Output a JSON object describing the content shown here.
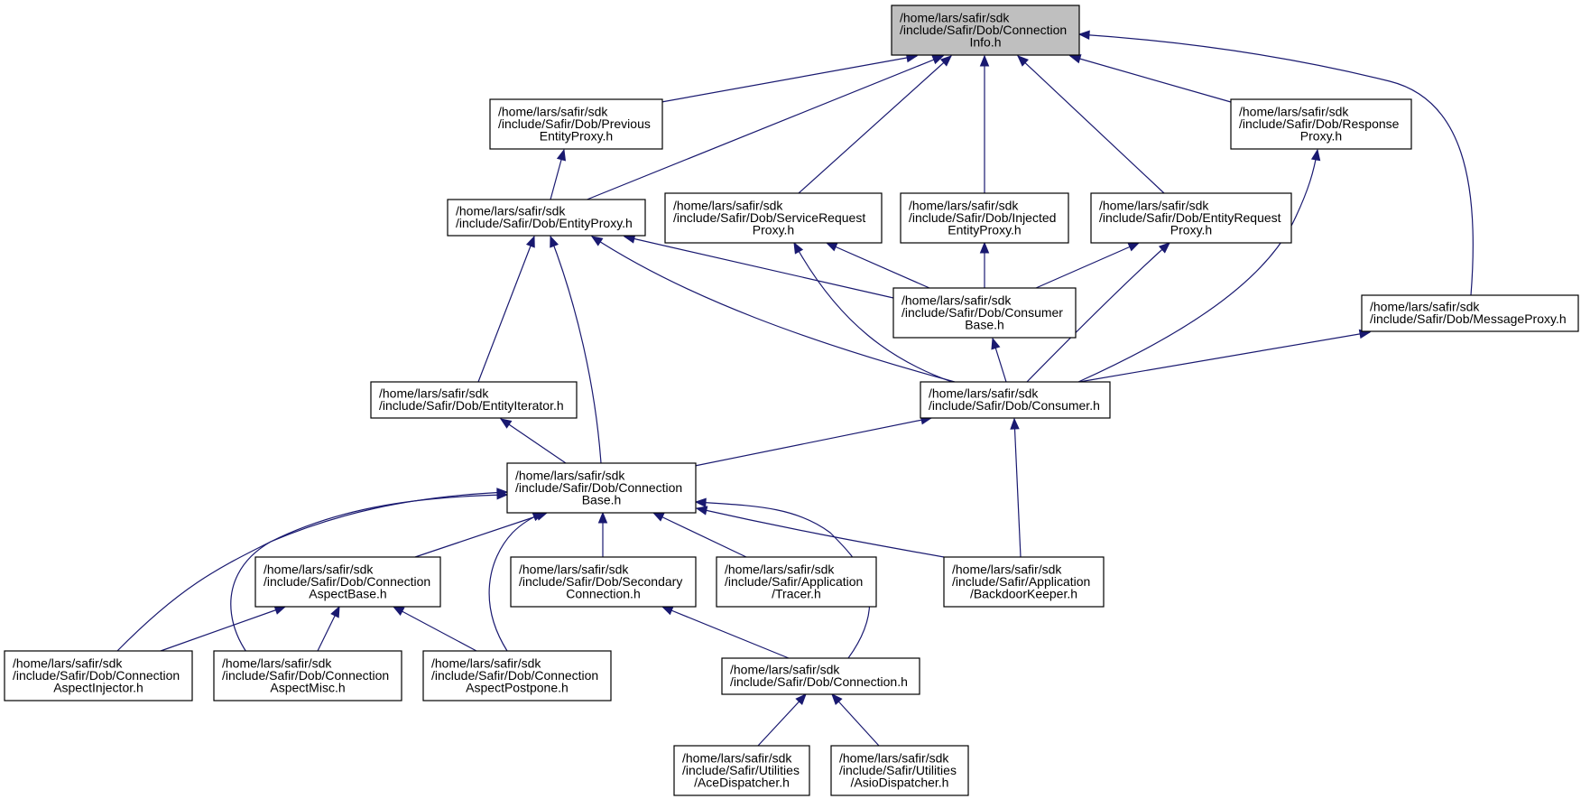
{
  "graph": {
    "colors": {
      "edge": "#191970",
      "node_fill": "#ffffff",
      "root_fill": "#bfbfbf",
      "border": "#000000"
    },
    "nodes": [
      {
        "id": "root",
        "lines": [
          "/home/lars/safir/sdk",
          "/include/Safir/Dob/Connection",
          "Info.h"
        ],
        "root": true
      },
      {
        "id": "prev",
        "lines": [
          "/home/lars/safir/sdk",
          "/include/Safir/Dob/Previous",
          "EntityProxy.h"
        ]
      },
      {
        "id": "resp",
        "lines": [
          "/home/lars/safir/sdk",
          "/include/Safir/Dob/Response",
          "Proxy.h"
        ]
      },
      {
        "id": "entproxy",
        "lines": [
          "/home/lars/safir/sdk",
          "/include/Safir/Dob/EntityProxy.h"
        ]
      },
      {
        "id": "servreq",
        "lines": [
          "/home/lars/safir/sdk",
          "/include/Safir/Dob/ServiceRequest",
          "Proxy.h"
        ]
      },
      {
        "id": "injected",
        "lines": [
          "/home/lars/safir/sdk",
          "/include/Safir/Dob/Injected",
          "EntityProxy.h"
        ]
      },
      {
        "id": "entreq",
        "lines": [
          "/home/lars/safir/sdk",
          "/include/Safir/Dob/EntityRequest",
          "Proxy.h"
        ]
      },
      {
        "id": "consbase",
        "lines": [
          "/home/lars/safir/sdk",
          "/include/Safir/Dob/Consumer",
          "Base.h"
        ]
      },
      {
        "id": "msgproxy",
        "lines": [
          "/home/lars/safir/sdk",
          "/include/Safir/Dob/MessageProxy.h"
        ]
      },
      {
        "id": "entiter",
        "lines": [
          "/home/lars/safir/sdk",
          "/include/Safir/Dob/EntityIterator.h"
        ]
      },
      {
        "id": "consumer",
        "lines": [
          "/home/lars/safir/sdk",
          "/include/Safir/Dob/Consumer.h"
        ]
      },
      {
        "id": "connbase",
        "lines": [
          "/home/lars/safir/sdk",
          "/include/Safir/Dob/Connection",
          "Base.h"
        ]
      },
      {
        "id": "aspbase",
        "lines": [
          "/home/lars/safir/sdk",
          "/include/Safir/Dob/Connection",
          "AspectBase.h"
        ]
      },
      {
        "id": "secondary",
        "lines": [
          "/home/lars/safir/sdk",
          "/include/Safir/Dob/Secondary",
          "Connection.h"
        ]
      },
      {
        "id": "tracer",
        "lines": [
          "/home/lars/safir/sdk",
          "/include/Safir/Application",
          "/Tracer.h"
        ]
      },
      {
        "id": "backdoor",
        "lines": [
          "/home/lars/safir/sdk",
          "/include/Safir/Application",
          "/BackdoorKeeper.h"
        ]
      },
      {
        "id": "aspinj",
        "lines": [
          "/home/lars/safir/sdk",
          "/include/Safir/Dob/Connection",
          "AspectInjector.h"
        ]
      },
      {
        "id": "aspmisc",
        "lines": [
          "/home/lars/safir/sdk",
          "/include/Safir/Dob/Connection",
          "AspectMisc.h"
        ]
      },
      {
        "id": "asppost",
        "lines": [
          "/home/lars/safir/sdk",
          "/include/Safir/Dob/Connection",
          "AspectPostpone.h"
        ]
      },
      {
        "id": "connection",
        "lines": [
          "/home/lars/safir/sdk",
          "/include/Safir/Dob/Connection.h"
        ]
      },
      {
        "id": "ace",
        "lines": [
          "/home/lars/safir/sdk",
          "/include/Safir/Utilities",
          "/AceDispatcher.h"
        ]
      },
      {
        "id": "asio",
        "lines": [
          "/home/lars/safir/sdk",
          "/include/Safir/Utilities",
          "/AsioDispatcher.h"
        ]
      }
    ],
    "edges": [
      {
        "from": "prev",
        "to": "root"
      },
      {
        "from": "entproxy",
        "to": "root"
      },
      {
        "from": "servreq",
        "to": "root"
      },
      {
        "from": "injected",
        "to": "root"
      },
      {
        "from": "entreq",
        "to": "root"
      },
      {
        "from": "resp",
        "to": "root"
      },
      {
        "from": "msgproxy",
        "to": "root"
      },
      {
        "from": "entproxy",
        "to": "prev"
      },
      {
        "from": "consbase",
        "to": "entproxy"
      },
      {
        "from": "consumer",
        "to": "entproxy"
      },
      {
        "from": "entiter",
        "to": "entproxy"
      },
      {
        "from": "connbase",
        "to": "entproxy"
      },
      {
        "from": "consbase",
        "to": "servreq"
      },
      {
        "from": "consumer",
        "to": "servreq"
      },
      {
        "from": "consbase",
        "to": "injected"
      },
      {
        "from": "consbase",
        "to": "entreq"
      },
      {
        "from": "consumer",
        "to": "entreq"
      },
      {
        "from": "consumer",
        "to": "resp"
      },
      {
        "from": "consumer",
        "to": "msgproxy"
      },
      {
        "from": "consumer",
        "to": "consbase"
      },
      {
        "from": "connbase",
        "to": "entiter"
      },
      {
        "from": "connbase",
        "to": "consumer"
      },
      {
        "from": "backdoor",
        "to": "consumer"
      },
      {
        "from": "aspbase",
        "to": "connbase"
      },
      {
        "from": "secondary",
        "to": "connbase"
      },
      {
        "from": "tracer",
        "to": "connbase"
      },
      {
        "from": "backdoor",
        "to": "connbase"
      },
      {
        "from": "aspinj",
        "to": "connbase"
      },
      {
        "from": "aspmisc",
        "to": "connbase"
      },
      {
        "from": "asppost",
        "to": "connbase"
      },
      {
        "from": "connection",
        "to": "connbase"
      },
      {
        "from": "aspinj",
        "to": "aspbase"
      },
      {
        "from": "aspmisc",
        "to": "aspbase"
      },
      {
        "from": "asppost",
        "to": "aspbase"
      },
      {
        "from": "connection",
        "to": "secondary"
      },
      {
        "from": "ace",
        "to": "connection"
      },
      {
        "from": "asio",
        "to": "connection"
      }
    ]
  }
}
